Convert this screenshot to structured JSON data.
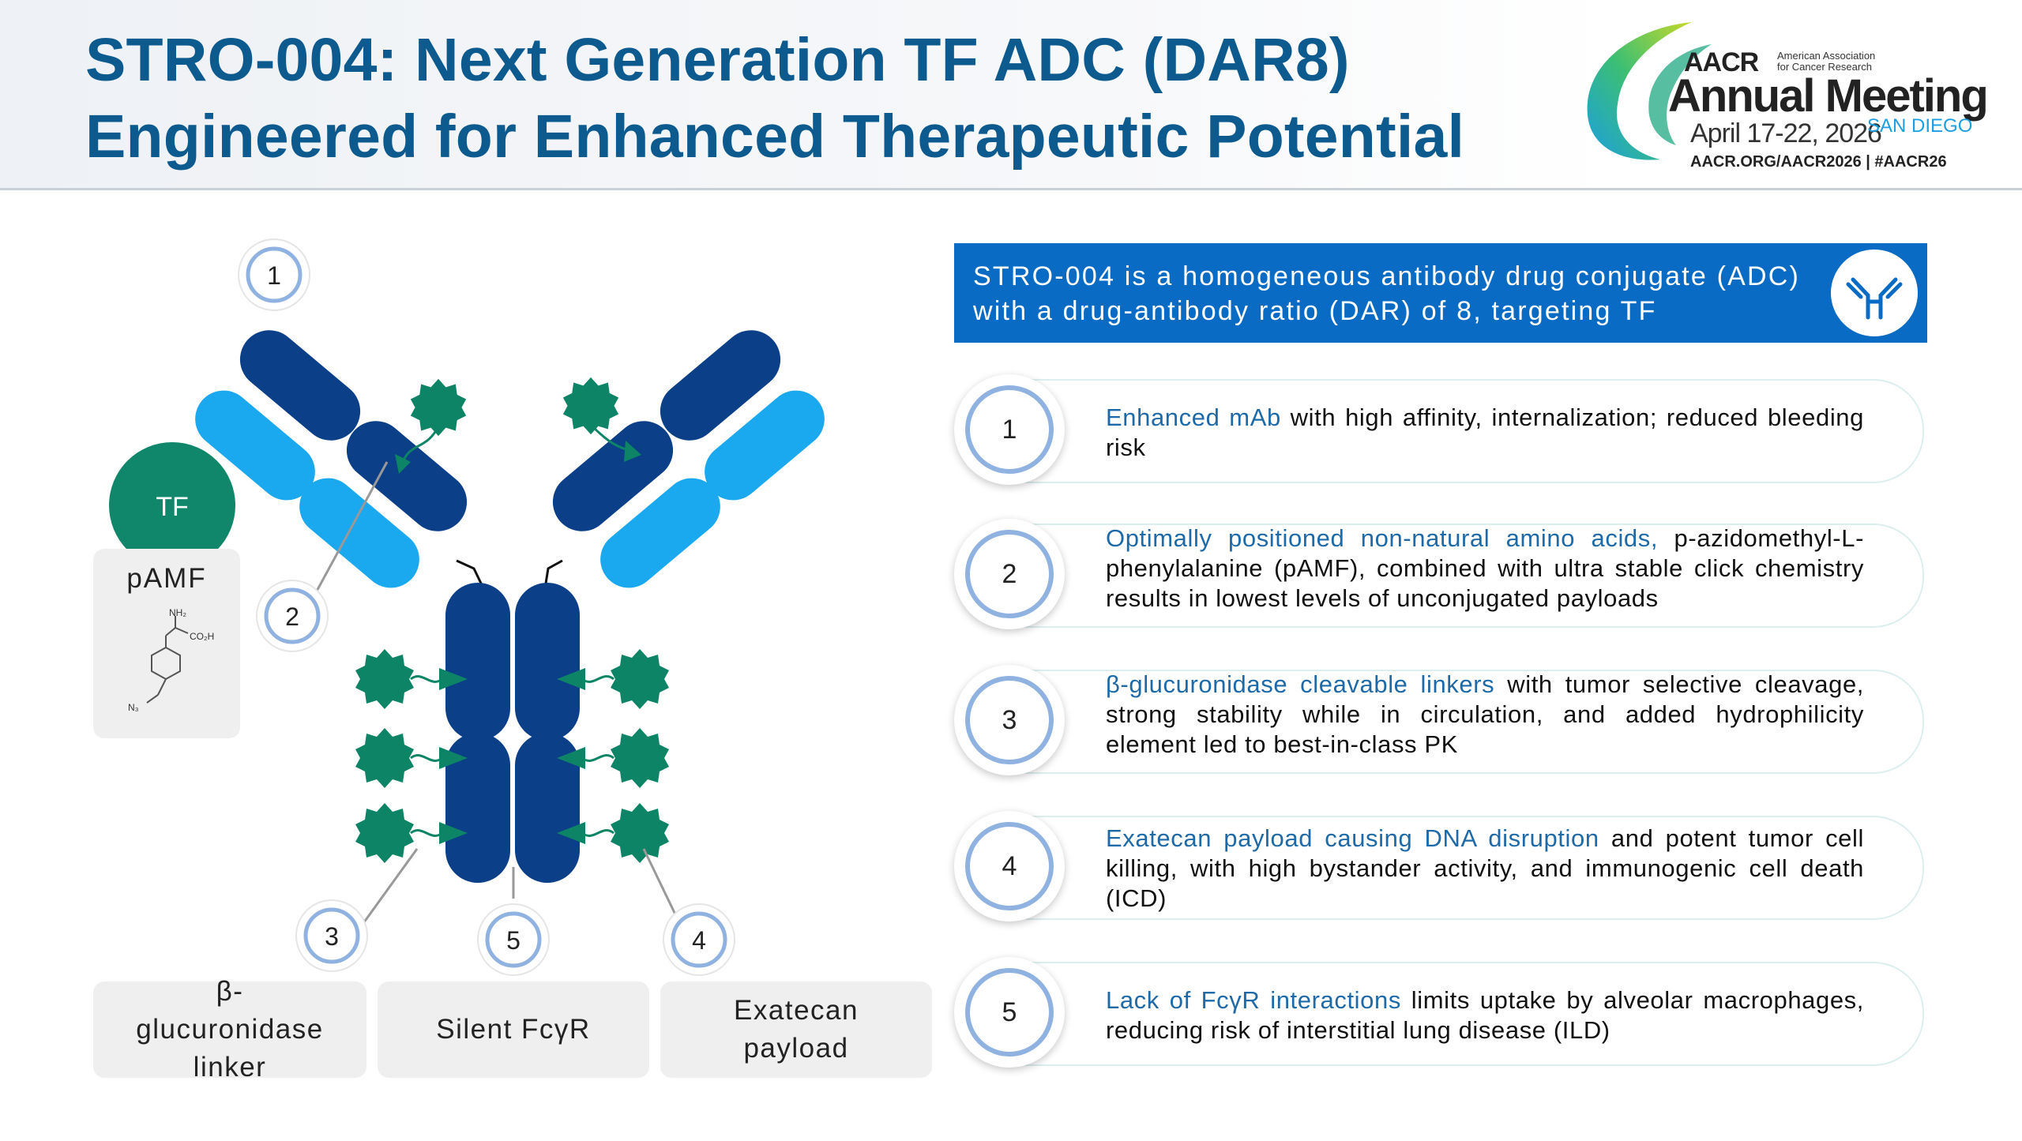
{
  "header": {
    "title_line1": "STRO-004: Next Generation TF ADC (DAR8)",
    "title_line2": "Engineered for Enhanced Therapeutic Potential"
  },
  "logo": {
    "aacr": "AACR",
    "org_line1": "American Association",
    "org_line2": "for Cancer Research",
    "event": "Annual Meeting",
    "dates": "April 17-22, 2026",
    "city": "SAN DIEGO",
    "url": "AACR.ORG/AACR2026  |  #AACR26"
  },
  "diagram": {
    "tf_label": "TF",
    "pamf_label": "pAMF",
    "callouts": [
      "1",
      "2",
      "3",
      "5",
      "4"
    ],
    "chem_labels": [
      "NH₂",
      "CO₂H",
      "N₃"
    ],
    "boxes": {
      "linker": "β-glucuronidase linker",
      "fc": "Silent FcγR",
      "payload": "Exatecan payload"
    },
    "colors": {
      "dark": "#0b3f87",
      "light": "#1aa8ee",
      "payload": "#0e8466",
      "tf": "#10876a"
    }
  },
  "banner": {
    "text": "STRO-004 is a homogeneous antibody drug conjugate (ADC) with a drug-antibody ratio (DAR) of 8, targeting TF",
    "icon": "antibody-icon"
  },
  "features": [
    {
      "num": "1",
      "highlight": "Enhanced mAb",
      "rest": " with high affinity, internalization; reduced bleeding risk"
    },
    {
      "num": "2",
      "highlight": "Optimally positioned non-natural amino acids,",
      "rest": " p-azidomethyl-L-phenylalanine (pAMF), combined with ultra stable click chemistry results in lowest levels of unconjugated payloads"
    },
    {
      "num": "3",
      "highlight": "β-glucuronidase cleavable linkers",
      "rest": " with tumor selective cleavage, strong stability while in circulation, and added hydrophilicity element led to best-in-class PK"
    },
    {
      "num": "4",
      "highlight": "Exatecan payload causing DNA disruption",
      "rest": " and potent tumor cell killing, with high bystander activity, and immunogenic cell death (ICD)"
    },
    {
      "num": "5",
      "highlight": "Lack of FcγR interactions",
      "rest": " limits uptake by alveolar macrophages, reducing risk of interstitial lung disease (ILD)"
    }
  ]
}
